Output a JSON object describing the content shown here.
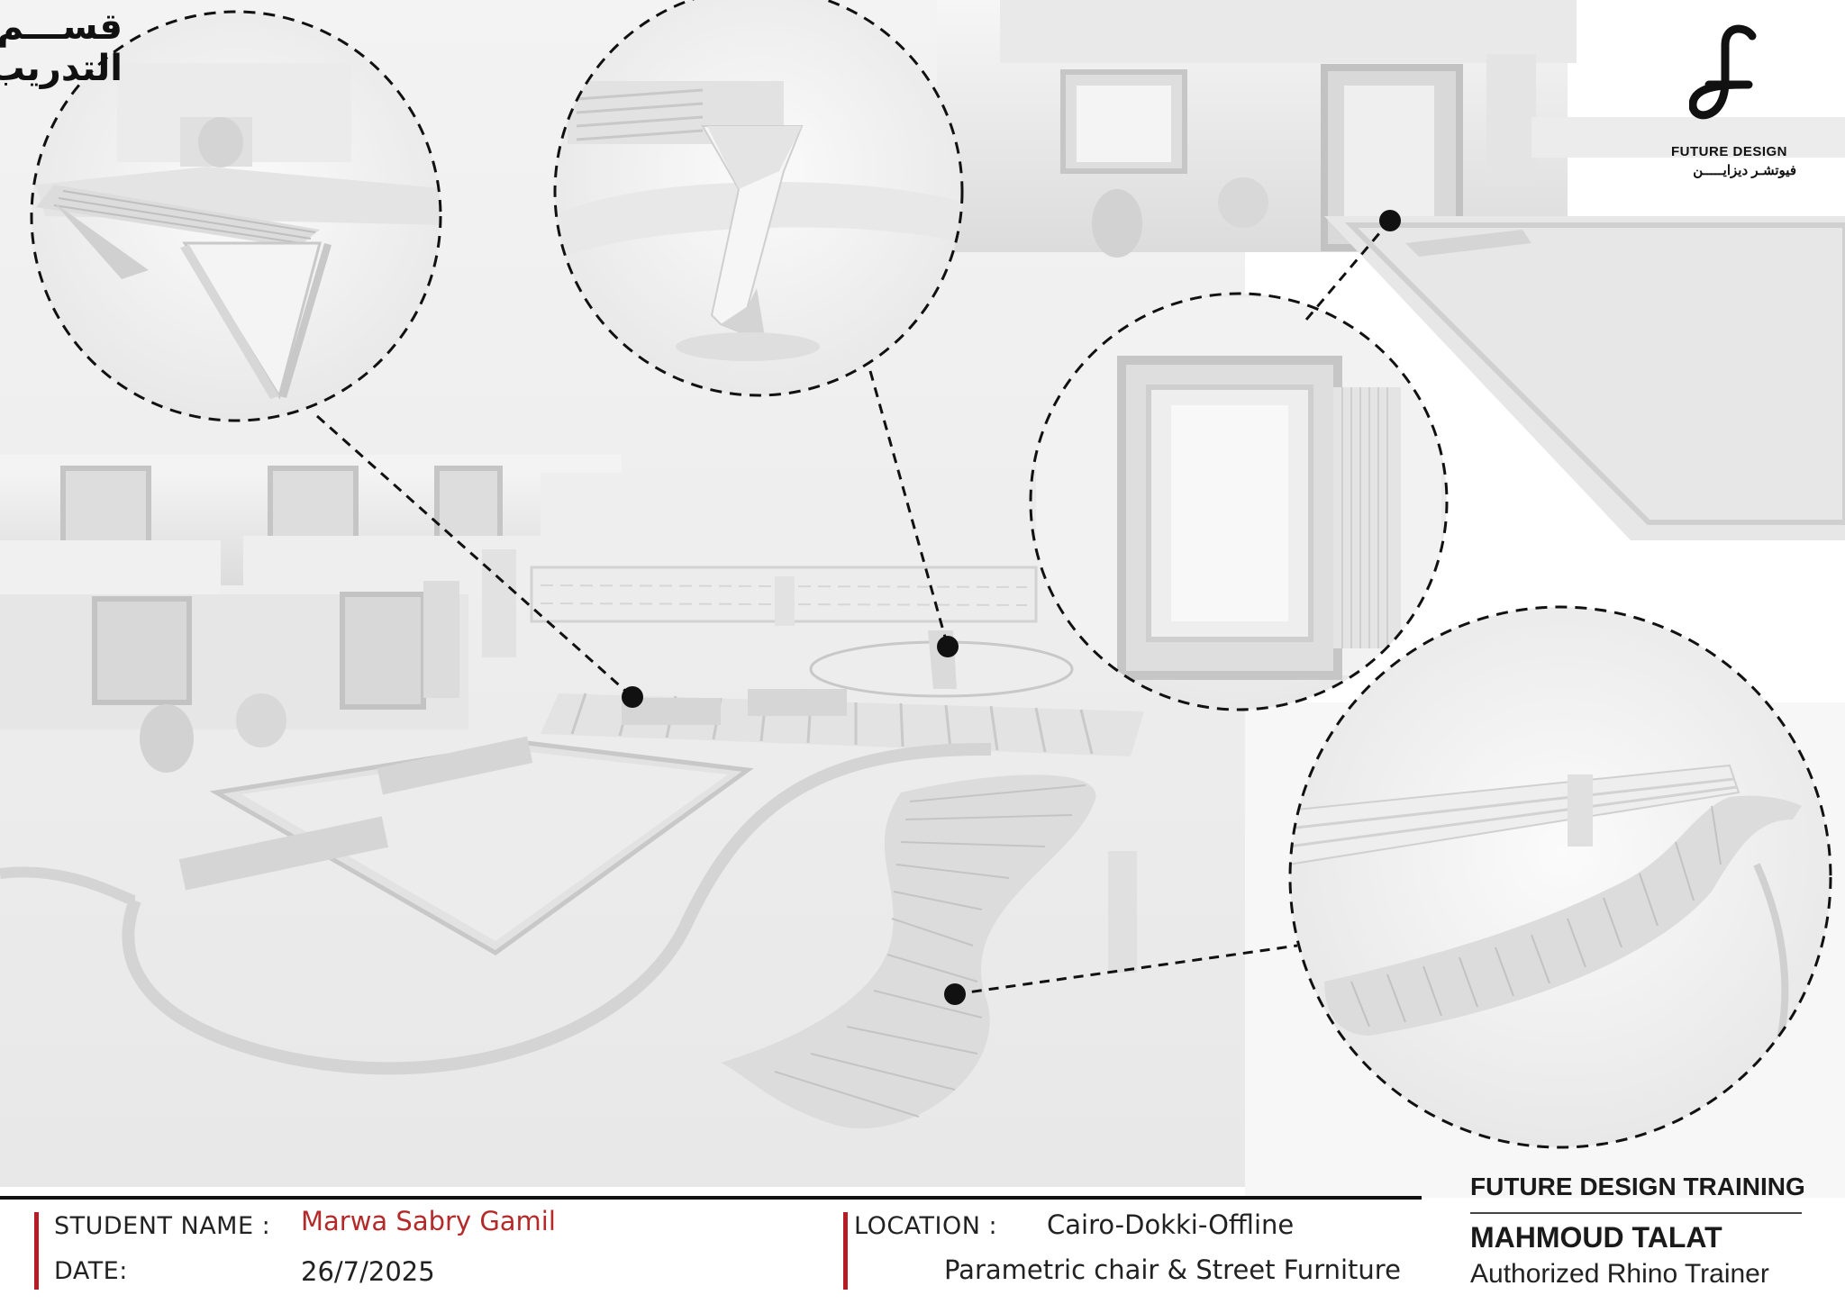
{
  "header": {
    "arabic_line1": "قســـم",
    "arabic_line2": "التدريب"
  },
  "logo": {
    "name_en": "FUTURE DESIGN",
    "name_ar": "فيوتشـر ديزايـــــن",
    "icon": "fd-monogram-icon"
  },
  "footer": {
    "student_label": "STUDENT NAME :",
    "student_value": "Marwa Sabry Gamil",
    "date_label": "DATE:",
    "date_value": "26/7/2025",
    "location_label": "LOCATION :",
    "location_value": "Cairo-Dokki-Offline",
    "project_value": "Parametric chair & Street Furniture",
    "brand_title": "FUTURE DESIGN TRAINING",
    "trainer_name": "MAHMOUD TALAT",
    "trainer_role": "Authorized Rhino Trainer"
  },
  "colors": {
    "accent_red": "#b71c24",
    "student_value": "#b42a2a",
    "render_bg": "#f2f2f2"
  }
}
